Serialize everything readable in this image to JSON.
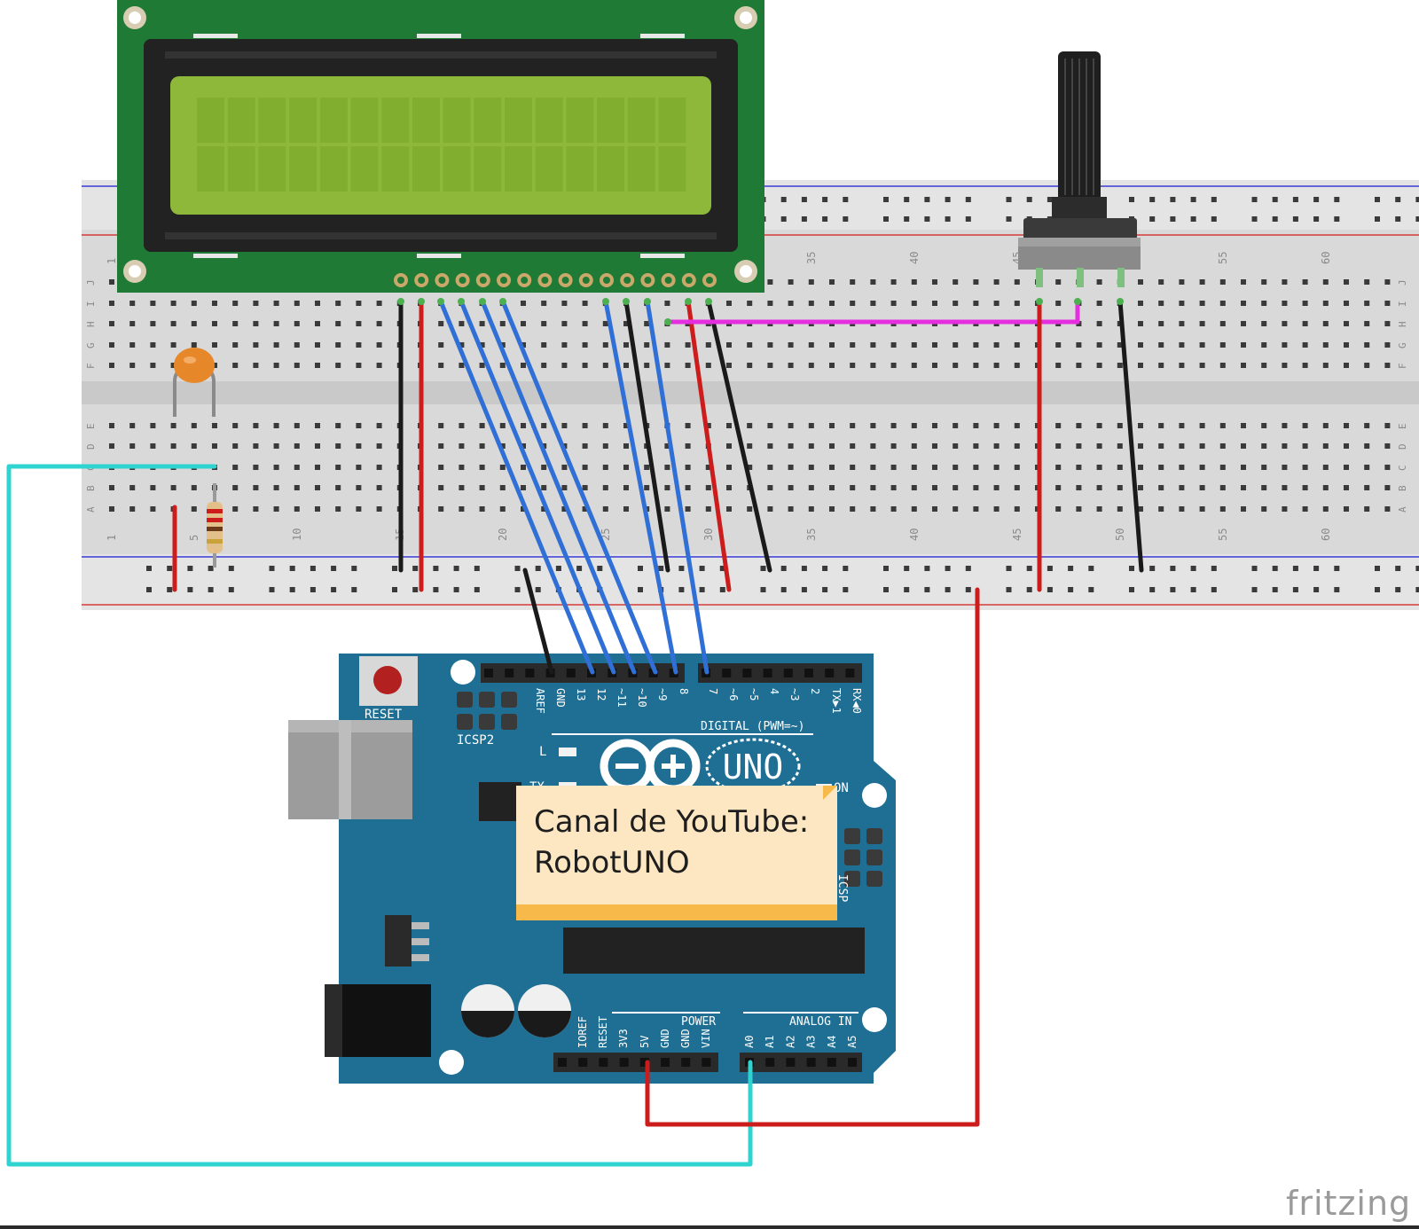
{
  "note": {
    "line1": "Canal de YouTube:",
    "line2": "RobotUNO"
  },
  "watermark": "fritzing",
  "arduino": {
    "reset_label": "RESET",
    "icsp2_label": "ICSP2",
    "icsp_label": "ICSP",
    "digital_label": "DIGITAL (PWM=~)",
    "power_label": "POWER",
    "analog_label": "ANALOG IN",
    "l_led": "L",
    "tx_led": "TX",
    "on_led": "ON",
    "uno_logo": "UNO",
    "top_pins": [
      "AREF",
      "GND",
      "13",
      "12",
      "~11",
      "~10",
      "~9",
      "8",
      "7",
      "~6",
      "~5",
      "4",
      "~3",
      "2",
      "TX▶1",
      "RX◀0"
    ],
    "power_pins": [
      "IOREF",
      "RESET",
      "3V3",
      "5V",
      "GND",
      "GND",
      "VIN"
    ],
    "analog_pins": [
      "A0",
      "A1",
      "A2",
      "A3",
      "A4",
      "A5"
    ]
  },
  "breadboard": {
    "column_labels": [
      "1",
      "5",
      "10",
      "15",
      "20",
      "25",
      "30",
      "35",
      "40",
      "45",
      "50",
      "55",
      "60"
    ],
    "row_labels_top": [
      "J",
      "I",
      "H",
      "G",
      "F"
    ],
    "row_labels_bottom": [
      "E",
      "D",
      "C",
      "B",
      "A"
    ]
  },
  "colors": {
    "wire_blue": "#2f6fd6",
    "wire_red": "#cc1c1c",
    "wire_black": "#1a1a1a",
    "wire_cyan": "#2fd3d0",
    "wire_magenta": "#e52ee0",
    "board_teal": "#1f6f95",
    "lcd_green": "#1f7a35",
    "lcd_screen": "#8db83a"
  }
}
